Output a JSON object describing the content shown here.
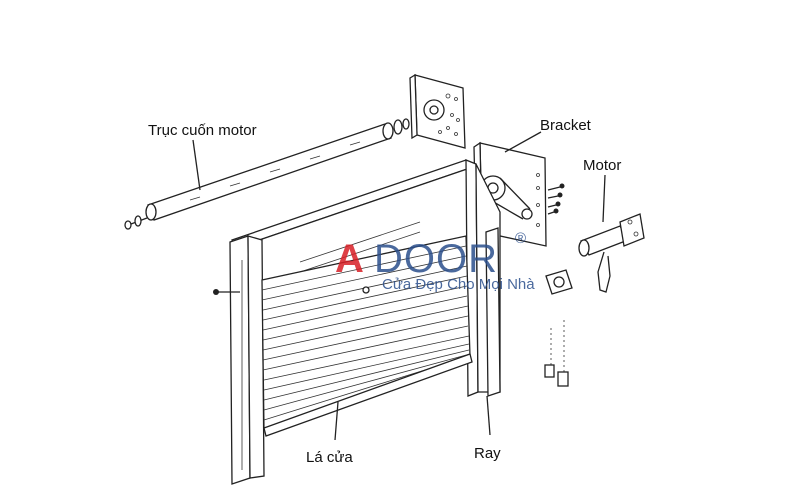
{
  "labels": {
    "shaft": "Trục cuốn motor",
    "bracket": "Bracket",
    "motor": "Motor",
    "slats": "Lá cửa",
    "rail": "Ray"
  },
  "watermark": {
    "brand_a": "A",
    "brand_rest": "DOOR",
    "tagline": "Cửa Đẹp Cho Mọi Nhà",
    "registered": "®"
  },
  "colors": {
    "brand_red": "#d81f26",
    "brand_blue": "#2b4f8c",
    "line": "#222222"
  }
}
